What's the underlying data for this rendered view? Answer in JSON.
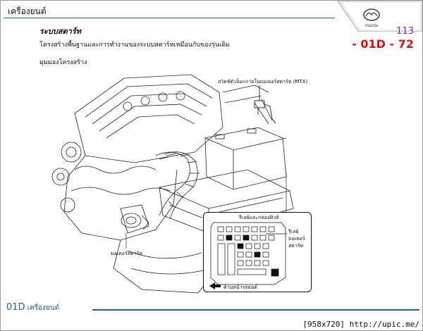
{
  "header": {
    "section_tab": "เครื่องยนต์",
    "title": "ระบบสตาร์ท",
    "description": "โครงสร้างพื้นฐานและการทำงานของระบบสตาร์ทเหมือนกับของรุ่นเดิม",
    "subheading": "มุมมองโครงสร้าง",
    "page_number": "113",
    "page_code": "- 01D - 72",
    "logo_text": "mazda"
  },
  "diagram": {
    "label_clutch_switch": "สวิตช์ตัวล็อกภายในมอเตอร์สตาร์ท (MTX)",
    "label_starter": "มอเตอร์สตาร์ท",
    "label_fuse_box": "รีเลย์และกล่องฟิวส์",
    "label_relay_line1": "รีเลย์",
    "label_relay_line2": "มอเตอร์",
    "label_relay_line3": "สตาร์ท",
    "label_front": "ด้านหน้ารถยนต์"
  },
  "footer": {
    "code": "01D",
    "section": "เครื่องยนต์"
  },
  "watermark": "[958x720] http://upic.me/",
  "colors": {
    "accent_blue": "#1f5fa6",
    "page_code_red": "#e01010",
    "page_number_purple": "#7a2da0"
  }
}
